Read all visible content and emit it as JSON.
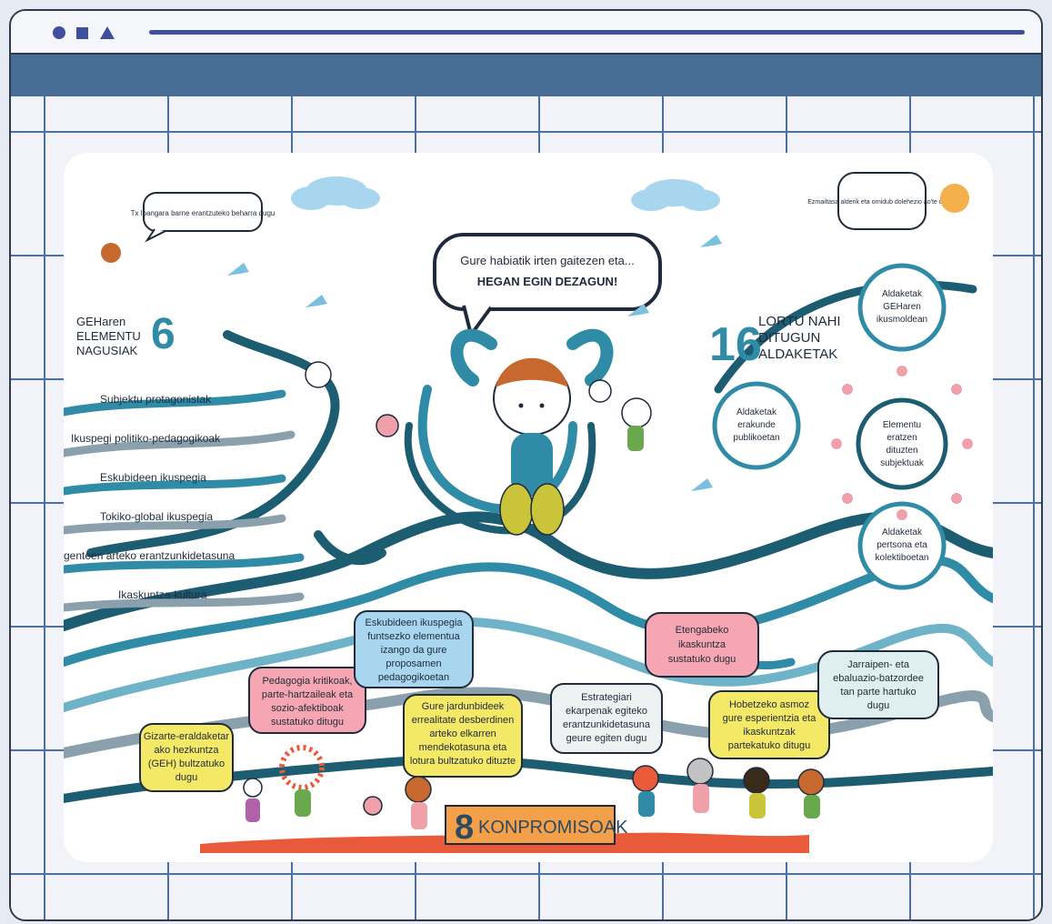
{
  "colors": {
    "accent": "#3f4fa0",
    "nav": "#496e96",
    "wave_dark": "#1d5d72",
    "wave_mid": "#2f8ba6",
    "wave_light": "#6fb3c8",
    "wave_grey": "#8aa0ad"
  },
  "window_controls": [
    "circle-icon",
    "square-icon",
    "triangle-icon"
  ],
  "speech_small_left": "Tx lbangara barne erantzuteko beharra dugu",
  "speech_small_right": "Ezmailtasa alderik eta ornidub dolehezio ao'te diagu!",
  "speech_main": {
    "line1": "Gure habiatik irten gaitezen eta...",
    "line2": "HEGAN EGIN DEZAGUN!"
  },
  "left_section": {
    "number": "6",
    "title_lines": [
      "GEHaren",
      "ELEMENTU",
      "NAGUSIAK"
    ],
    "items": [
      "Subjektu protagonistak",
      "Ikuspegi politiko-pedagogikoak",
      "Eskubideen ikuspegia",
      "Tokiko-global ikuspegia",
      "genteen arteko erantzunkidetasuna",
      "Ikaskuntza-kultura"
    ]
  },
  "right_section": {
    "number": "16",
    "title_lines": [
      "LORTU NAHI",
      "DITUGUN",
      "ALDAKETAK"
    ],
    "circles": [
      [
        "Aldaketak",
        "GEHaren",
        "ikusmoldean"
      ],
      [
        "Aldaketak",
        "erakunde",
        "publikoetan"
      ],
      [
        "Elementu",
        "eratzen",
        "dituzten",
        "subjektuak"
      ],
      [
        "Aldaketak",
        "pertsona eta",
        "kolektiboetan"
      ]
    ]
  },
  "bottom_section": {
    "number": "8",
    "title": "KONPROMISOAK",
    "bubbles": [
      [
        "Gizarte-eraldaketar",
        "ako hezkuntza",
        "(GEH) bultzatuko",
        "dugu"
      ],
      [
        "Pedagogia kritikoak,",
        "parte-hartzaileak eta",
        "sozio-afektiboak",
        "sustatuko ditugu"
      ],
      [
        "Eskubideen ikuspegia",
        "funtsezko elementua",
        "izango da gure",
        "proposamen",
        "pedagogikoetan"
      ],
      [
        "Gure jardunbideek",
        "errealitate desberdinen",
        "arteko elkarren",
        "mendekotasuna eta",
        "lotura bultzatuko dituzte"
      ],
      [
        "Estrategiari",
        "ekarpenak egiteko",
        "erantzunkidetasuna",
        "geure egiten dugu"
      ],
      [
        "Etengabeko",
        "ikaskuntza",
        "sustatuko dugu"
      ],
      [
        "Hobetzeko asmoz",
        "gure esperientzia eta",
        "ikaskuntzak",
        "partekatuko ditugu"
      ],
      [
        "Jarraipen- eta",
        "ebaluazio-batzordee",
        "tan parte hartuko",
        "dugu"
      ]
    ]
  }
}
